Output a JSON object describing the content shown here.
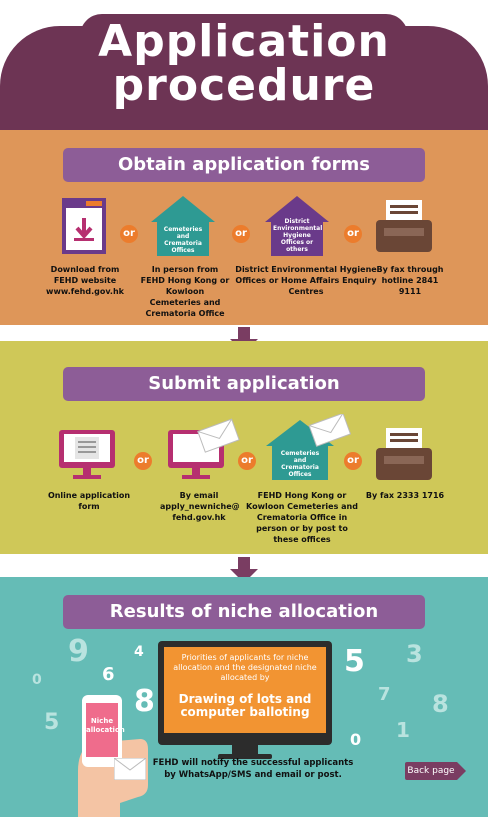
{
  "title": {
    "line1": "Application",
    "line2": "procedure"
  },
  "step1": {
    "heading": "Obtain application forms",
    "or": "or",
    "icon_house_label": "Cemeteries and Crematoria Offices",
    "icon_house2_label": "District Environmental Hygiene Offices or others",
    "items": [
      {
        "caption": "Download from FEHD website www.fehd.gov.hk"
      },
      {
        "caption": "In person from FEHD Hong Kong or Kowloon Cemeteries and Crematoria Office"
      },
      {
        "caption": "District Environmental Hygiene Offices or Home Affairs Enquiry Centres"
      },
      {
        "caption": "By fax through hotline 2841 9111"
      }
    ]
  },
  "step2": {
    "heading": "Submit application",
    "or": "or",
    "icon_house_label": "Cemeteries and Crematoria Offices",
    "items": [
      {
        "caption": "Online application form"
      },
      {
        "caption": "By email apply_newniche@ fehd.gov.hk"
      },
      {
        "caption": "FEHD Hong Kong or Kowloon Cemeteries and Crematoria Office in person or by post to these offices"
      },
      {
        "caption": "By fax 2333 1716"
      }
    ]
  },
  "step3": {
    "heading": "Results of niche allocation",
    "screen_text": "Priorities of applicants for niche allocation and the designated niche allocated by",
    "screen_highlight": "Drawing of lots and computer balloting",
    "phone_text": "Niche allocation",
    "notify": "FEHD will notify the successful applicants by WhatsApp/SMS and email or post.",
    "numbers": [
      "9",
      "6",
      "4",
      "0",
      "5",
      "8",
      "5",
      "3",
      "7",
      "8",
      "0",
      "1"
    ]
  },
  "back_label": "Back page",
  "colors": {
    "title": "#6d3454",
    "section1": "#de9659",
    "section2": "#cfc858",
    "section3": "#65bcb6",
    "bar": "#8d5d97",
    "or_badge": "#ec7c2c",
    "house_teal": "#2e9a93",
    "house_purple": "#6a3a8a",
    "monitor": "#b62f70",
    "fax": "#6a4636"
  }
}
